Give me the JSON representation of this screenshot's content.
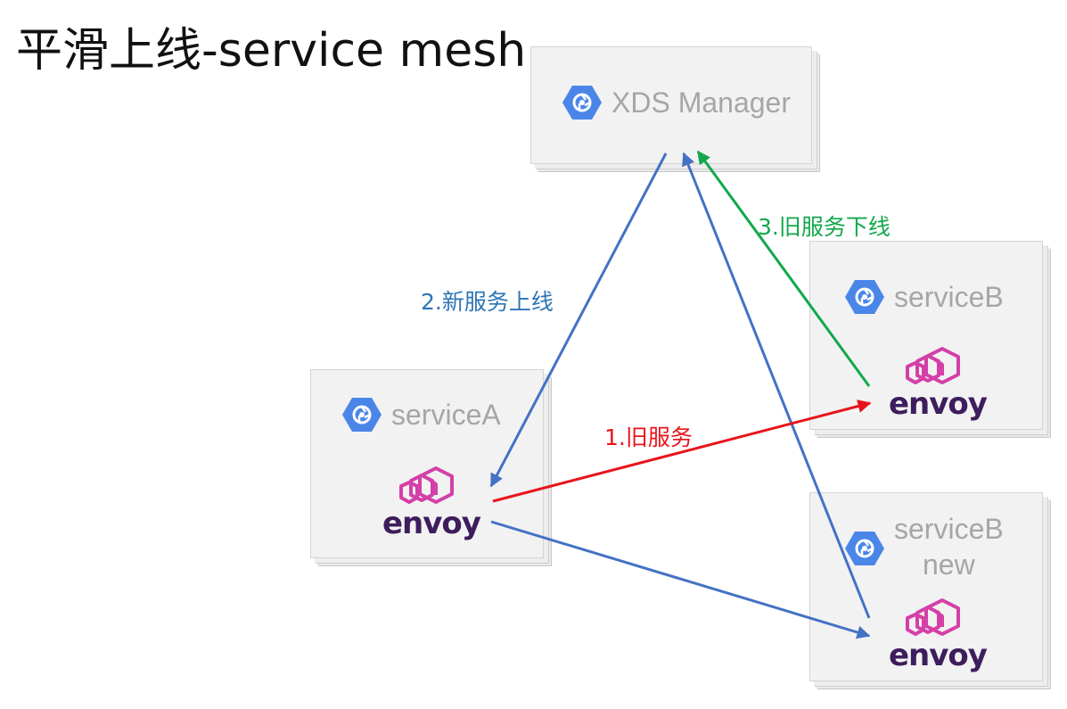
{
  "title": "平滑上线-service mesh",
  "nodes": {
    "xds": {
      "label": "XDS Manager",
      "icon": "gcp-hexagon-icon"
    },
    "serviceA": {
      "label": "serviceA",
      "icon": "gcp-hexagon-icon",
      "proxy": "envoy"
    },
    "serviceB": {
      "label": "serviceB",
      "icon": "gcp-hexagon-icon",
      "proxy": "envoy"
    },
    "serviceBnew": {
      "label_line1": "serviceB",
      "label_line2": "new",
      "icon": "gcp-hexagon-icon",
      "proxy": "envoy"
    }
  },
  "edges": [
    {
      "label": "1.旧服务",
      "color": "#e8141b",
      "from": "serviceA",
      "to": "serviceB"
    },
    {
      "label": "2.新服务上线",
      "color": "#2e75b6",
      "from": "xds",
      "to": "serviceA"
    },
    {
      "label": "3.旧服务下线",
      "color": "#11a84b",
      "from": "serviceB",
      "to": "xds"
    }
  ],
  "colors": {
    "connection_line": "#4472c4",
    "icon_blue": "#4a86e8",
    "envoy_magenta": "#d43fa8",
    "envoy_text": "#3d1d5c",
    "node_label": "#a6a6a6"
  }
}
